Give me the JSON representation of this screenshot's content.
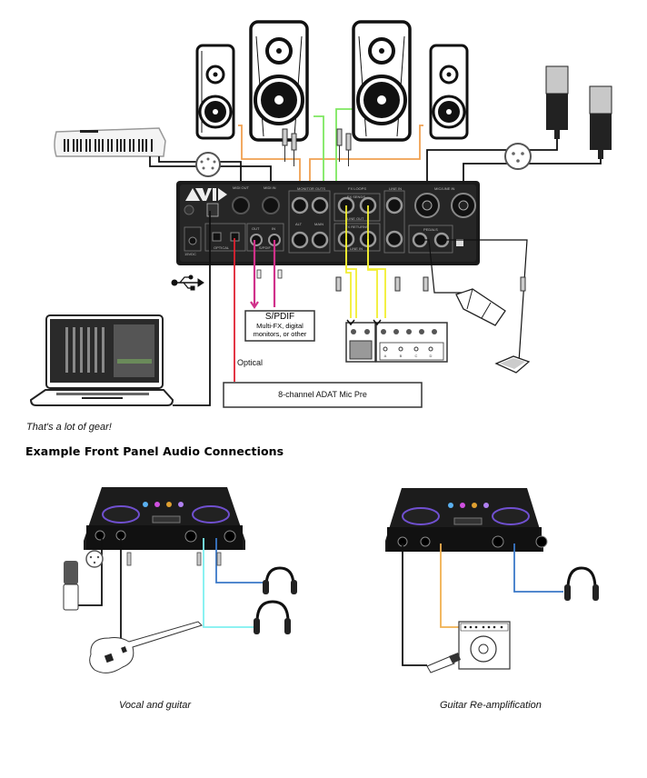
{
  "document": {
    "rear_diagram": {
      "labels": {
        "spdif_title": "S/PDIF",
        "spdif_desc_line1": "Multi-FX, digital",
        "spdif_desc_line2": "monitors, or other",
        "optical": "Optical",
        "adat": "8-channel ADAT Mic Pre",
        "panel_midi_out": "MIDI OUT",
        "panel_midi_in": "MIDI IN",
        "panel_monitor_outs": "MONITOR OUTS",
        "panel_alt": "ALT",
        "panel_main": "MAIN",
        "panel_fx_loops": "FX LOOPS",
        "panel_fx_sends": "FX SENDS",
        "panel_line_out": "LINE OUT",
        "panel_fx_returns": "FX RETURNS",
        "panel_line_in_top": "LINE IN",
        "panel_line_in": "LINE IN",
        "panel_mic_line": "MIC/LINE IN",
        "panel_optical": "OPTICAL",
        "panel_spdif": "S/PDIF",
        "panel_out": "OUT",
        "panel_in": "IN",
        "panel_pedal": "PEDALS",
        "panel_power": "15VDC",
        "pedal_labels": [
          "A",
          "B",
          "C",
          "D"
        ]
      },
      "cable_colors": {
        "orange": "#f0a050",
        "green": "#7ee860",
        "yellow": "#f2ee30",
        "magenta": "#d0308a",
        "red": "#e02030",
        "black": "#111111"
      },
      "caption": "That's a lot of gear!"
    },
    "section_heading": "Example Front Panel Audio Connections",
    "front_examples": [
      {
        "caption": "Vocal and guitar"
      },
      {
        "caption": "Guitar Re-amplification"
      }
    ],
    "front_cable_colors": {
      "cyan": "#7ef0f0",
      "blue": "#3a78c8",
      "orange": "#f0b050",
      "black": "#111111"
    }
  }
}
